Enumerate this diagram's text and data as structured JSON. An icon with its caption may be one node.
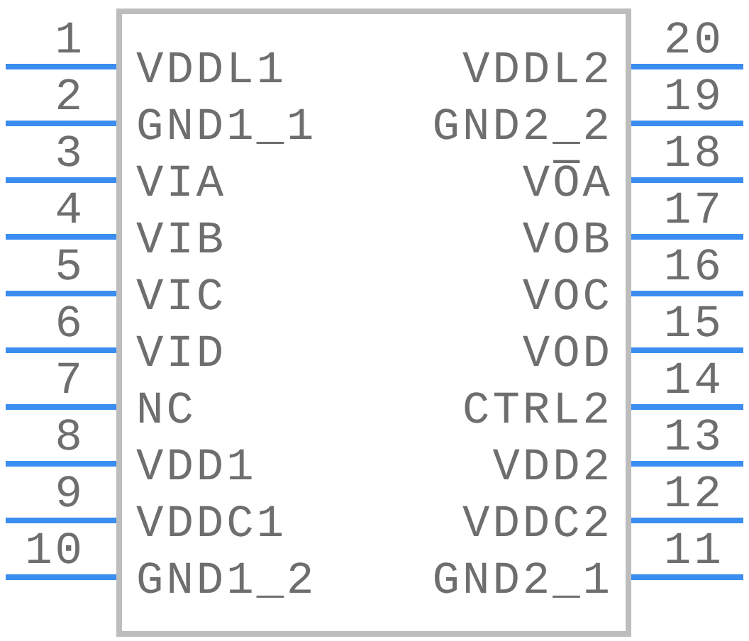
{
  "diagram": {
    "nodes": [
      {
        "text": [],
        "shape": "box"
      }
    ],
    "labels": [
      "1",
      "20",
      "VDDL1",
      "VDDL2",
      "2",
      "19",
      "GND1_1",
      "GND2_2",
      "3",
      "18",
      "VIA",
      "VO̅A",
      "4",
      "17",
      "VIB",
      "VOB",
      "5",
      "16",
      "VIC",
      "VOC",
      "6",
      "15",
      "VID",
      "VOD",
      "7",
      "14",
      "NC",
      "CTRL2",
      "8",
      "13",
      "VDD1",
      "VDD2",
      "9",
      "12",
      "VDDC1",
      "VDDC2",
      "10",
      "11",
      "GND1_2",
      "GND2_1"
    ]
  }
}
